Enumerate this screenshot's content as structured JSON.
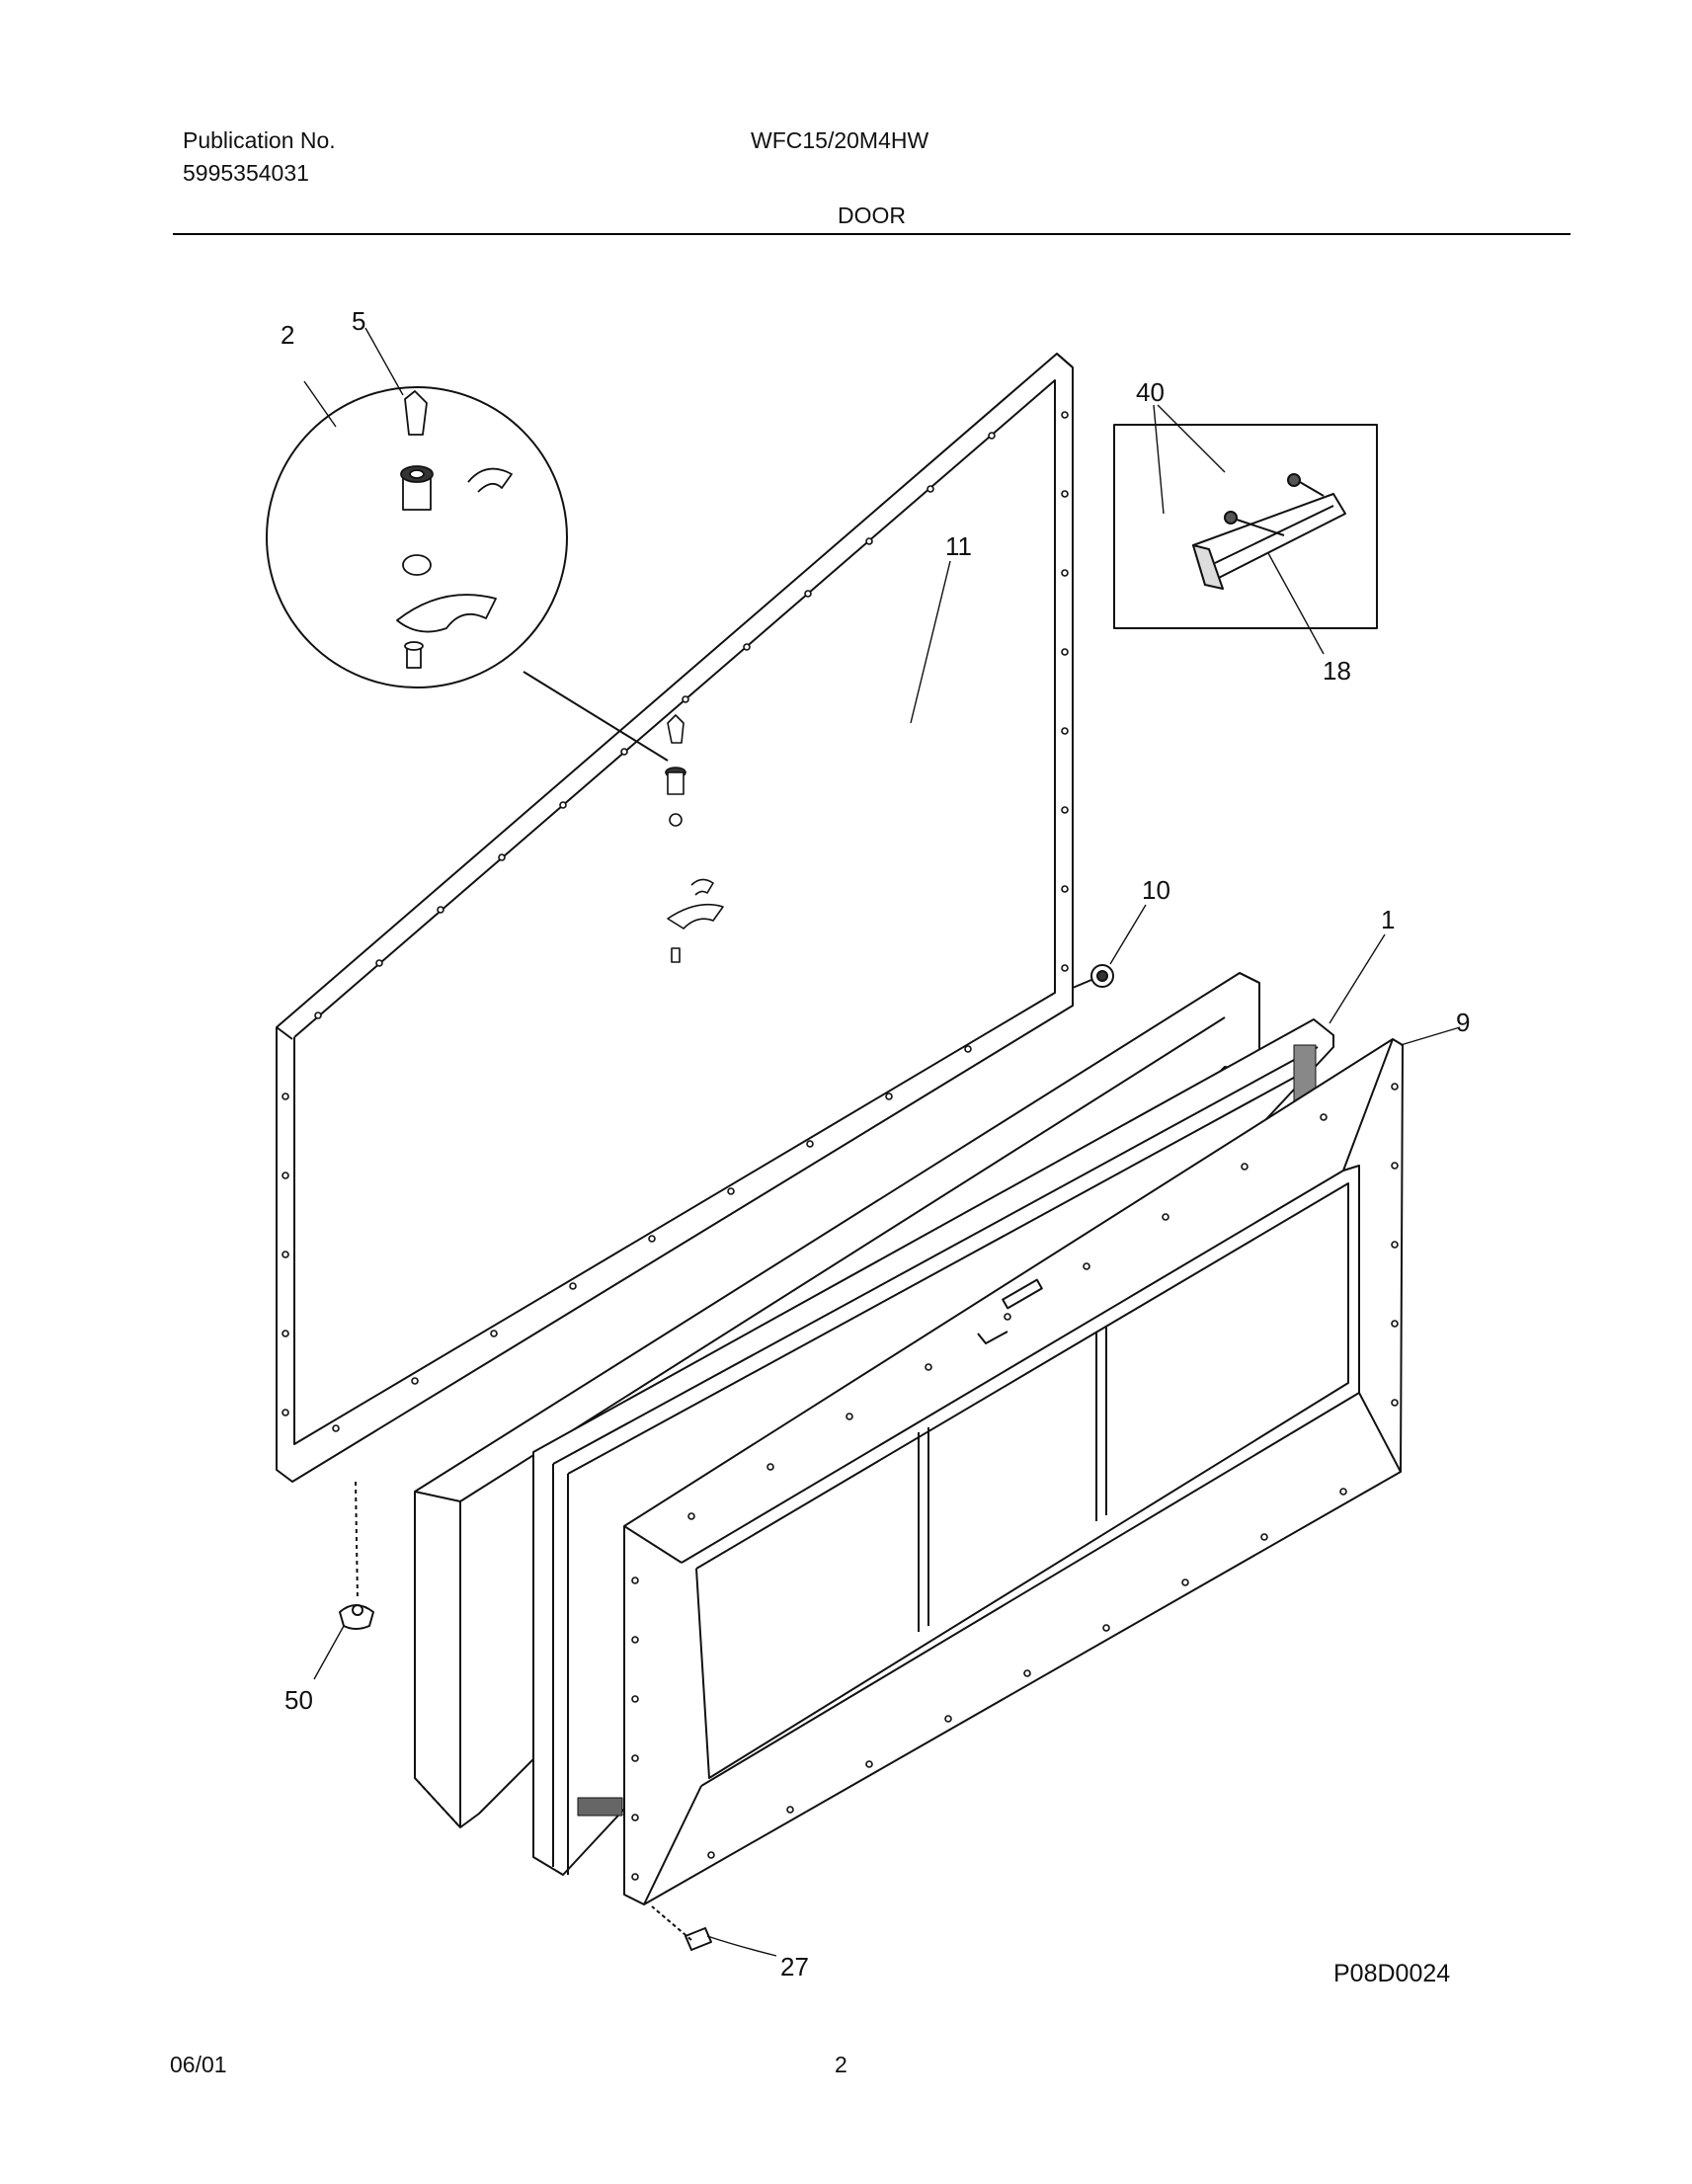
{
  "header": {
    "publication_label": "Publication No.",
    "publication_number": "5995354031",
    "model": "WFC15/20M4HW",
    "section": "DOOR"
  },
  "callouts": [
    "5",
    "2",
    "11",
    "40",
    "18",
    "10",
    "1",
    "9",
    "50",
    "27"
  ],
  "diagram_code": "P08D0024",
  "footer": {
    "date": "06/01",
    "page": "2"
  }
}
